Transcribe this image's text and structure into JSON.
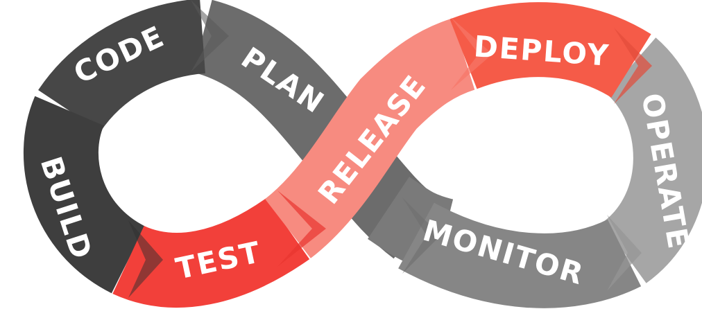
{
  "diagram": {
    "stages": [
      {
        "key": "plan",
        "label": "PLAN",
        "color": "#6c6c6c"
      },
      {
        "key": "code",
        "label": "CODE",
        "color": "#474747"
      },
      {
        "key": "build",
        "label": "BUILD",
        "color": "#3e3e3e"
      },
      {
        "key": "test",
        "label": "TEST",
        "color": "#f2403a"
      },
      {
        "key": "release",
        "label": "RELEASE",
        "color": "#f78b80"
      },
      {
        "key": "deploy",
        "label": "DEPLOY",
        "color": "#f55b48"
      },
      {
        "key": "operate",
        "label": "OPERATE",
        "color": "#a6a6a6"
      },
      {
        "key": "monitor",
        "label": "MONITOR",
        "color": "#868686"
      }
    ]
  }
}
